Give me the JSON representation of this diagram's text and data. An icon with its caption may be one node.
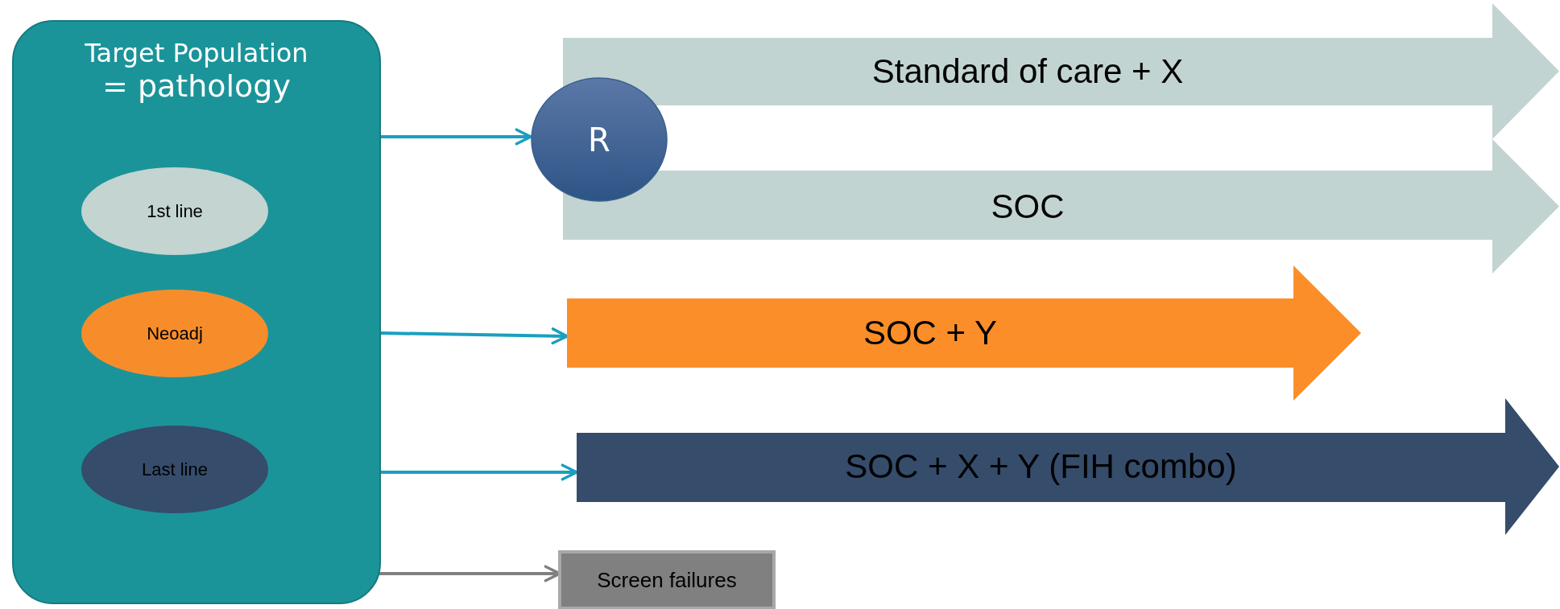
{
  "diagram": {
    "nodes": [
      {
        "text": [
          "Target Population",
          "= pathology"
        ]
      },
      {
        "text": [
          "1st line"
        ],
        "in": 0
      },
      {
        "text": [
          "Neoadj"
        ],
        "in": 0
      },
      {
        "text": [
          "Last line"
        ],
        "in": 0
      },
      {
        "text": [
          "R"
        ]
      },
      {
        "text": [
          "Standard of care + X"
        ]
      },
      {
        "text": [
          "SOC"
        ]
      },
      {
        "text": [
          "SOC + Y"
        ]
      },
      {
        "text": [
          "SOC + X + Y (FIH combo)"
        ]
      },
      {
        "text": [
          "Screen failures"
        ]
      }
    ],
    "edges": [
      {
        "from": 0,
        "to": 4,
        "arrow": "to"
      },
      {
        "from": 0,
        "to": 7,
        "arrow": "to"
      },
      {
        "from": 0,
        "to": 8,
        "arrow": "to"
      },
      {
        "from": 0,
        "to": 9,
        "arrow": "to",
        "color": "#808080"
      }
    ]
  }
}
